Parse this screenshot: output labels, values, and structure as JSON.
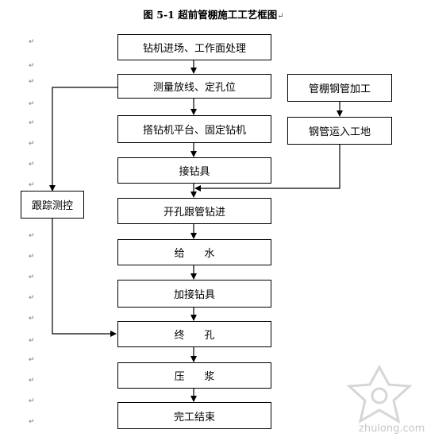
{
  "title": "图 5-1 超前管棚施工工艺框图",
  "paragraph_mark": "↵",
  "steps": {
    "s1": "钻机进场、工作面处理",
    "s2": "测量放线、定孔位",
    "s3": "搭钻机平台、固定钻机",
    "s4": "接钻具",
    "s5": "开孔跟管钻进",
    "s6": "给      水",
    "s7": "加接钻具",
    "s8": "终      孔",
    "s9": "压      浆",
    "s10": "完工结束"
  },
  "side": {
    "tracking": "跟踪测控",
    "pipe_processing": "管棚钢管加工",
    "pipe_transport": "钢管运入工地"
  },
  "watermark": {
    "text": "zhulong.com"
  }
}
